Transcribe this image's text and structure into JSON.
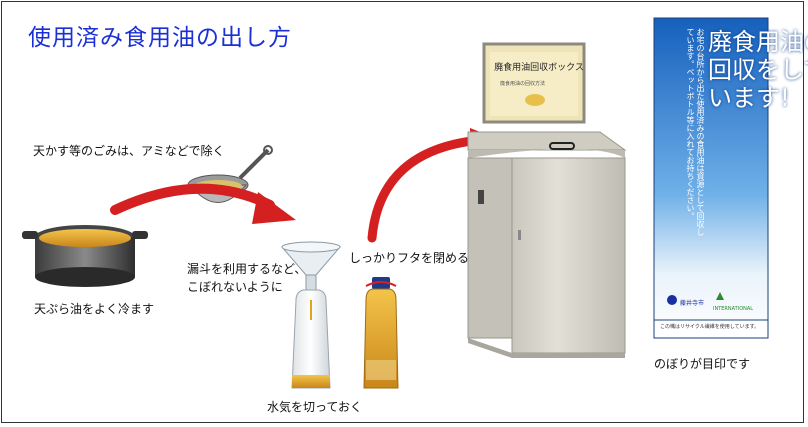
{
  "title": "使用済み食用油の出し方",
  "steps": {
    "cool": "天ぷら油をよく冷ます",
    "remove_scraps": "天かす等のごみは、アミなどで除く",
    "funnel_line1": "漏斗を利用するなど、",
    "funnel_line2": "こぼれないように",
    "drain_water": "水気を切っておく",
    "close_lid": "しっかりフタを閉める",
    "banner_mark": "のぼりが目印です"
  },
  "collection_box": {
    "sign_title": "廃食用油回収ボックス",
    "sign_subtitle": "廃食用油の回収方法"
  },
  "banner": {
    "headline_line1": "廃食用油の",
    "headline_line2": "回収をして",
    "headline_line3": "います!",
    "subtext": "お宅の台所から出た使用済みの食用油は資源として回収しています。ペットボトル等に入れてお持ちください。",
    "city": "藤井寺市",
    "intl": "INTERNATIONAL",
    "note": "この幟はリサイクル繊維を使用しています。"
  },
  "colors": {
    "title": "#1a2fd6",
    "arrow": "#d42020",
    "oil": "#e3a41c",
    "box": "#d8d6cc",
    "banner_top": "#1f6fc4",
    "banner_bottom": "#eaf3fb"
  }
}
